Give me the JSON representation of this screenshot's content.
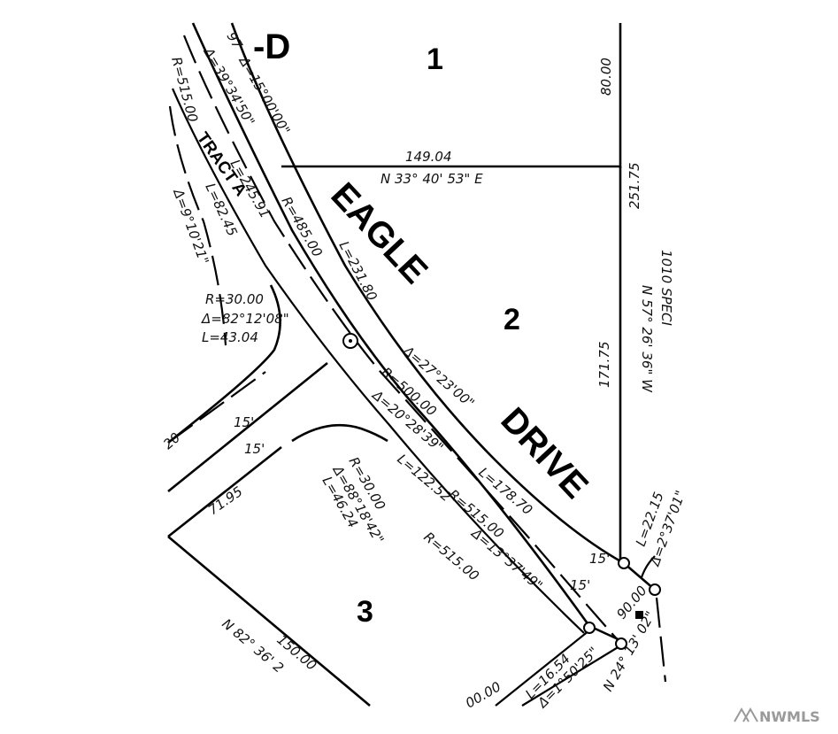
{
  "lots": {
    "lot1": "1",
    "lot2": "2",
    "lot3": "3"
  },
  "road": {
    "eagle": "EAGLE",
    "drive": "DRIVE",
    "fragment": "-D",
    "tract": "TRACT A"
  },
  "labels": {
    "l_80": "80.00",
    "l_149": "149.04",
    "l_bearing_n33": "N 33° 40' 53\" E",
    "l_251": "251.75",
    "l_171": "171.75",
    "l_n57": "N 57° 26' 36\" W",
    "l_side_small": "1010 SPECI",
    "l_97": "97",
    "l_delta15": "Δ=15°00'00\"",
    "l_delta39": "Δ=39°34'50\"",
    "l_l245": "L=245.91",
    "l_r485": "R=485.00",
    "l_515top": "R=515.00",
    "l_l82": "L=82.45",
    "l_delta9": "Δ=9°10'21\"",
    "l_l231": "L=231.80",
    "l_r30a": "R=30.00",
    "l_delta82": "Δ=82°12'08\"",
    "l_l43": "L=43.04",
    "l_delta27": "Δ=27°23'00\"",
    "l_r500": "R=500.00",
    "l_delta20": "Δ=20°28'39\"",
    "l_l178": "L=178.70",
    "l_r515b": "R=515.00",
    "l_l122": "L=122.52",
    "l_delta13": "Δ=13°37'49\"",
    "l_r515c": "R=515.00",
    "l_r30b": "R=30.00",
    "l_delta88": "Δ=88°18'42\"",
    "l_l46": "L=46.24",
    "l_15a": "15'",
    "l_15b": "15'",
    "l_15c": "15'",
    "l_15d": "15'",
    "l_20": "20",
    "l_71": "71.95",
    "l_l22": "L=22.15",
    "l_delta2": "Δ=2°37'01\"",
    "l_90": "90.00",
    "l_n24": "N 24° 13' 02\"",
    "l_l16": "L=16.54",
    "l_delta1": "Δ=1°50'25\"",
    "l_150": "150.00",
    "l_n82": "N 82° 36' 2",
    "l_bottom00": "00.00"
  },
  "watermark": "NWMLS"
}
